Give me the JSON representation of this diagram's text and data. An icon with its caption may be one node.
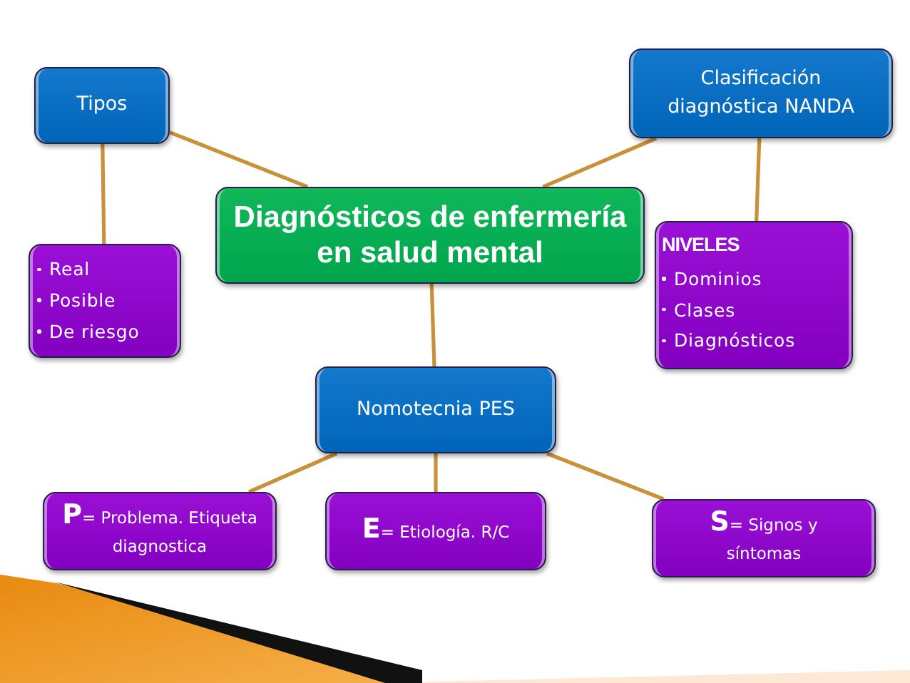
{
  "diagram": {
    "nodes": [
      {
        "text": [
          "Tipos"
        ]
      },
      {
        "text": [
          "Clasificación diagnóstica NANDA"
        ]
      },
      {
        "text": [
          "Diagnósticos de enfermería en salud mental"
        ]
      },
      {
        "text": [
          "Real",
          "Posible",
          "De riesgo"
        ]
      },
      {
        "text": [
          "NIVELES",
          "Dominios",
          "Clases",
          "Diagnósticos"
        ]
      },
      {
        "text": [
          "Nomotecnia PES"
        ]
      },
      {
        "text": [
          "**P**= Problema. Etiqueta diagnostica"
        ]
      },
      {
        "text": [
          "**E**= Etiología. R/C"
        ]
      },
      {
        "text": [
          "**S**= Signos y síntomas"
        ]
      }
    ],
    "edges": [
      {
        "from": 2,
        "to": 0,
        "arrow": "none"
      },
      {
        "from": 2,
        "to": 1,
        "arrow": "none"
      },
      {
        "from": 0,
        "to": 3,
        "arrow": "none"
      },
      {
        "from": 1,
        "to": 4,
        "arrow": "none"
      },
      {
        "from": 2,
        "to": 5,
        "arrow": "none"
      },
      {
        "from": 5,
        "to": 6,
        "arrow": "none"
      },
      {
        "from": 5,
        "to": 7,
        "arrow": "none"
      },
      {
        "from": 5,
        "to": 8,
        "arrow": "none"
      }
    ]
  }
}
